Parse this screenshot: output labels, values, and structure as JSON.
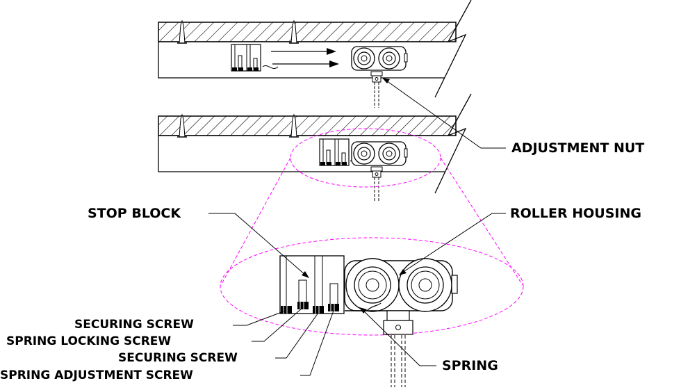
{
  "colors": {
    "line": "#000000",
    "detail_ellipse": "#ff00ff",
    "background": "#ffffff"
  },
  "labels": {
    "adjustment_nut": "ADJUSTMENT NUT",
    "stop_block": "STOP BLOCK",
    "roller_housing": "ROLLER HOUSING",
    "securing_screw_1": "SECURING SCREW",
    "spring_locking_screw": "SPRING LOCKING SCREW",
    "securing_screw_2": "SECURING SCREW",
    "spring_adjustment_screw": "SPRING ADJUSTMENT SCREW",
    "spring": "SPRING"
  }
}
